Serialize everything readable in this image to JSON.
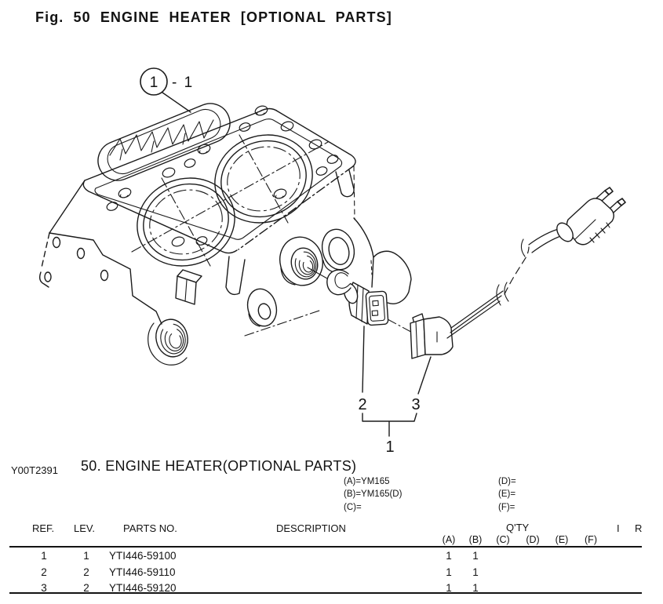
{
  "figure": {
    "title": "Fig. 50  ENGINE HEATER [OPTIONAL PARTS]"
  },
  "section": {
    "code": "Y00T2391",
    "title": "50.  ENGINE HEATER(OPTIONAL PARTS)"
  },
  "variant_notes": {
    "left": [
      "(A)=YM165",
      "(B)=YM165(D)",
      "(C)="
    ],
    "right": [
      "(D)=",
      "(E)=",
      "(F)="
    ]
  },
  "drawing": {
    "balloon": "1",
    "balloon_suffix": "- 1",
    "callout_2": "2",
    "callout_3": "3",
    "callout_1": "1"
  },
  "table": {
    "headers": {
      "ref": "REF.",
      "lev": "LEV.",
      "parts_no": "PARTS NO.",
      "description": "DESCRIPTION",
      "qty": "Q'TY",
      "i": "I",
      "r": "R"
    },
    "qty_columns": [
      "(A)",
      "(B)",
      "(C)",
      "(D)",
      "(E)",
      "(F)"
    ],
    "rows": [
      {
        "ref": "1",
        "lev": "1",
        "parts_no": "YTI446-59100",
        "description": "",
        "qty": [
          "1",
          "1",
          "",
          "",
          "",
          ""
        ]
      },
      {
        "ref": "2",
        "lev": "2",
        "parts_no": "YTI446-59110",
        "description": "",
        "qty": [
          "1",
          "1",
          "",
          "",
          "",
          ""
        ]
      },
      {
        "ref": "3",
        "lev": "2",
        "parts_no": "YTI446-59120",
        "description": "",
        "qty": [
          "1",
          "1",
          "",
          "",
          "",
          ""
        ]
      }
    ]
  }
}
